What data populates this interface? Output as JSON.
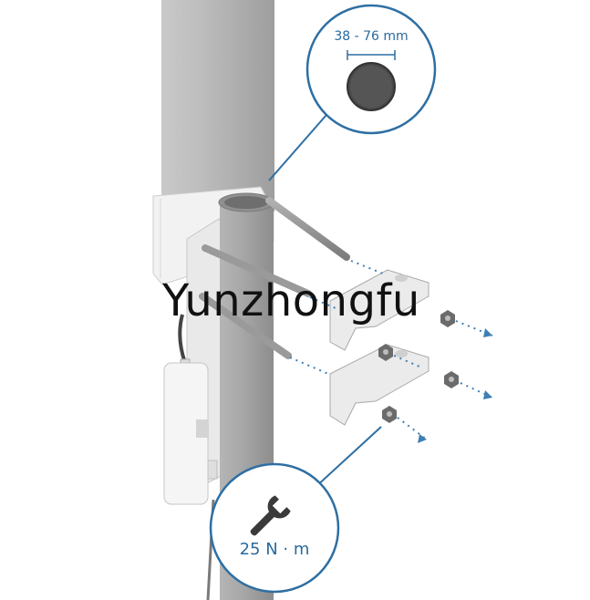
{
  "callouts": {
    "pipe_diameter": {
      "label": "38 - 76 mm"
    },
    "torque": {
      "label": "25 N · m"
    }
  },
  "watermark": {
    "text": "Yunzhongfu"
  },
  "icons": {
    "pipe": "pipe-cross-section-icon",
    "wrench": "wrench-icon"
  },
  "colors": {
    "callout_stroke": "#2e6fa3",
    "callout_text": "#2a6a9c",
    "pole_main": "#b8b8b8",
    "pole_mast": "#a9a9a9",
    "bracket": "#e8e8e8"
  }
}
